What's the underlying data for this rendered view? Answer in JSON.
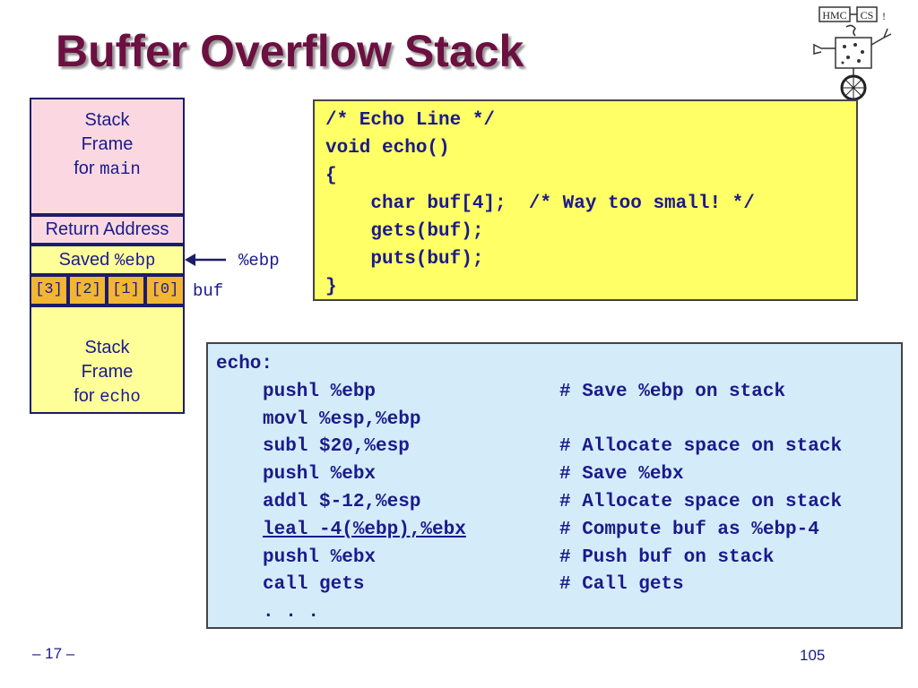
{
  "title": "Buffer Overflow Stack",
  "logo": {
    "label": "HMC CS",
    "icon": "hmc-cs-robot-logo"
  },
  "stack": {
    "main_frame": {
      "line1": "Stack",
      "line2": "Frame",
      "line3_prefix": "for ",
      "line3_code": "main"
    },
    "return_address": "Return Address",
    "saved_ebp": {
      "prefix": "Saved ",
      "code": "%ebp"
    },
    "buf_cells": [
      "[3]",
      "[2]",
      "[1]",
      "[0]"
    ],
    "echo_frame": {
      "line1": "Stack",
      "line2": "Frame",
      "line3_prefix": "for ",
      "line3_code": "echo"
    },
    "ebp_pointer_label": "%ebp",
    "buf_label": "buf"
  },
  "c_code": {
    "lines": [
      "/* Echo Line */",
      "void echo()",
      "{",
      "    char buf[4];  /* Way too small! */",
      "    gets(buf);",
      "    puts(buf);",
      "}"
    ]
  },
  "asm_code": {
    "label": "echo:",
    "rows": [
      {
        "instr": "pushl %ebp",
        "comment": "# Save %ebp on stack"
      },
      {
        "instr": "movl %esp,%ebp",
        "comment": ""
      },
      {
        "instr": "subl $20,%esp",
        "comment": "# Allocate space on stack"
      },
      {
        "instr": "pushl %ebx",
        "comment": "# Save %ebx"
      },
      {
        "instr": "addl $-12,%esp",
        "comment": "# Allocate space on stack"
      },
      {
        "instr": "leal -4(%ebp),%ebx",
        "comment": "# Compute buf as %ebp-4",
        "underline": true
      },
      {
        "instr": "pushl %ebx",
        "comment": "# Push buf on stack"
      },
      {
        "instr": "call gets",
        "comment": "# Call gets"
      },
      {
        "instr": ". . .",
        "comment": ""
      }
    ]
  },
  "footer": {
    "page_label": "– 17 –",
    "slide_number": "105"
  },
  "colors": {
    "title": "#6b1040",
    "text_blue": "#1a1a8c",
    "pink": "#fbd8e1",
    "yellow": "#ffff99",
    "orange": "#f2b632",
    "code_yellow": "#ffff66",
    "code_blue": "#d4ecf9"
  }
}
